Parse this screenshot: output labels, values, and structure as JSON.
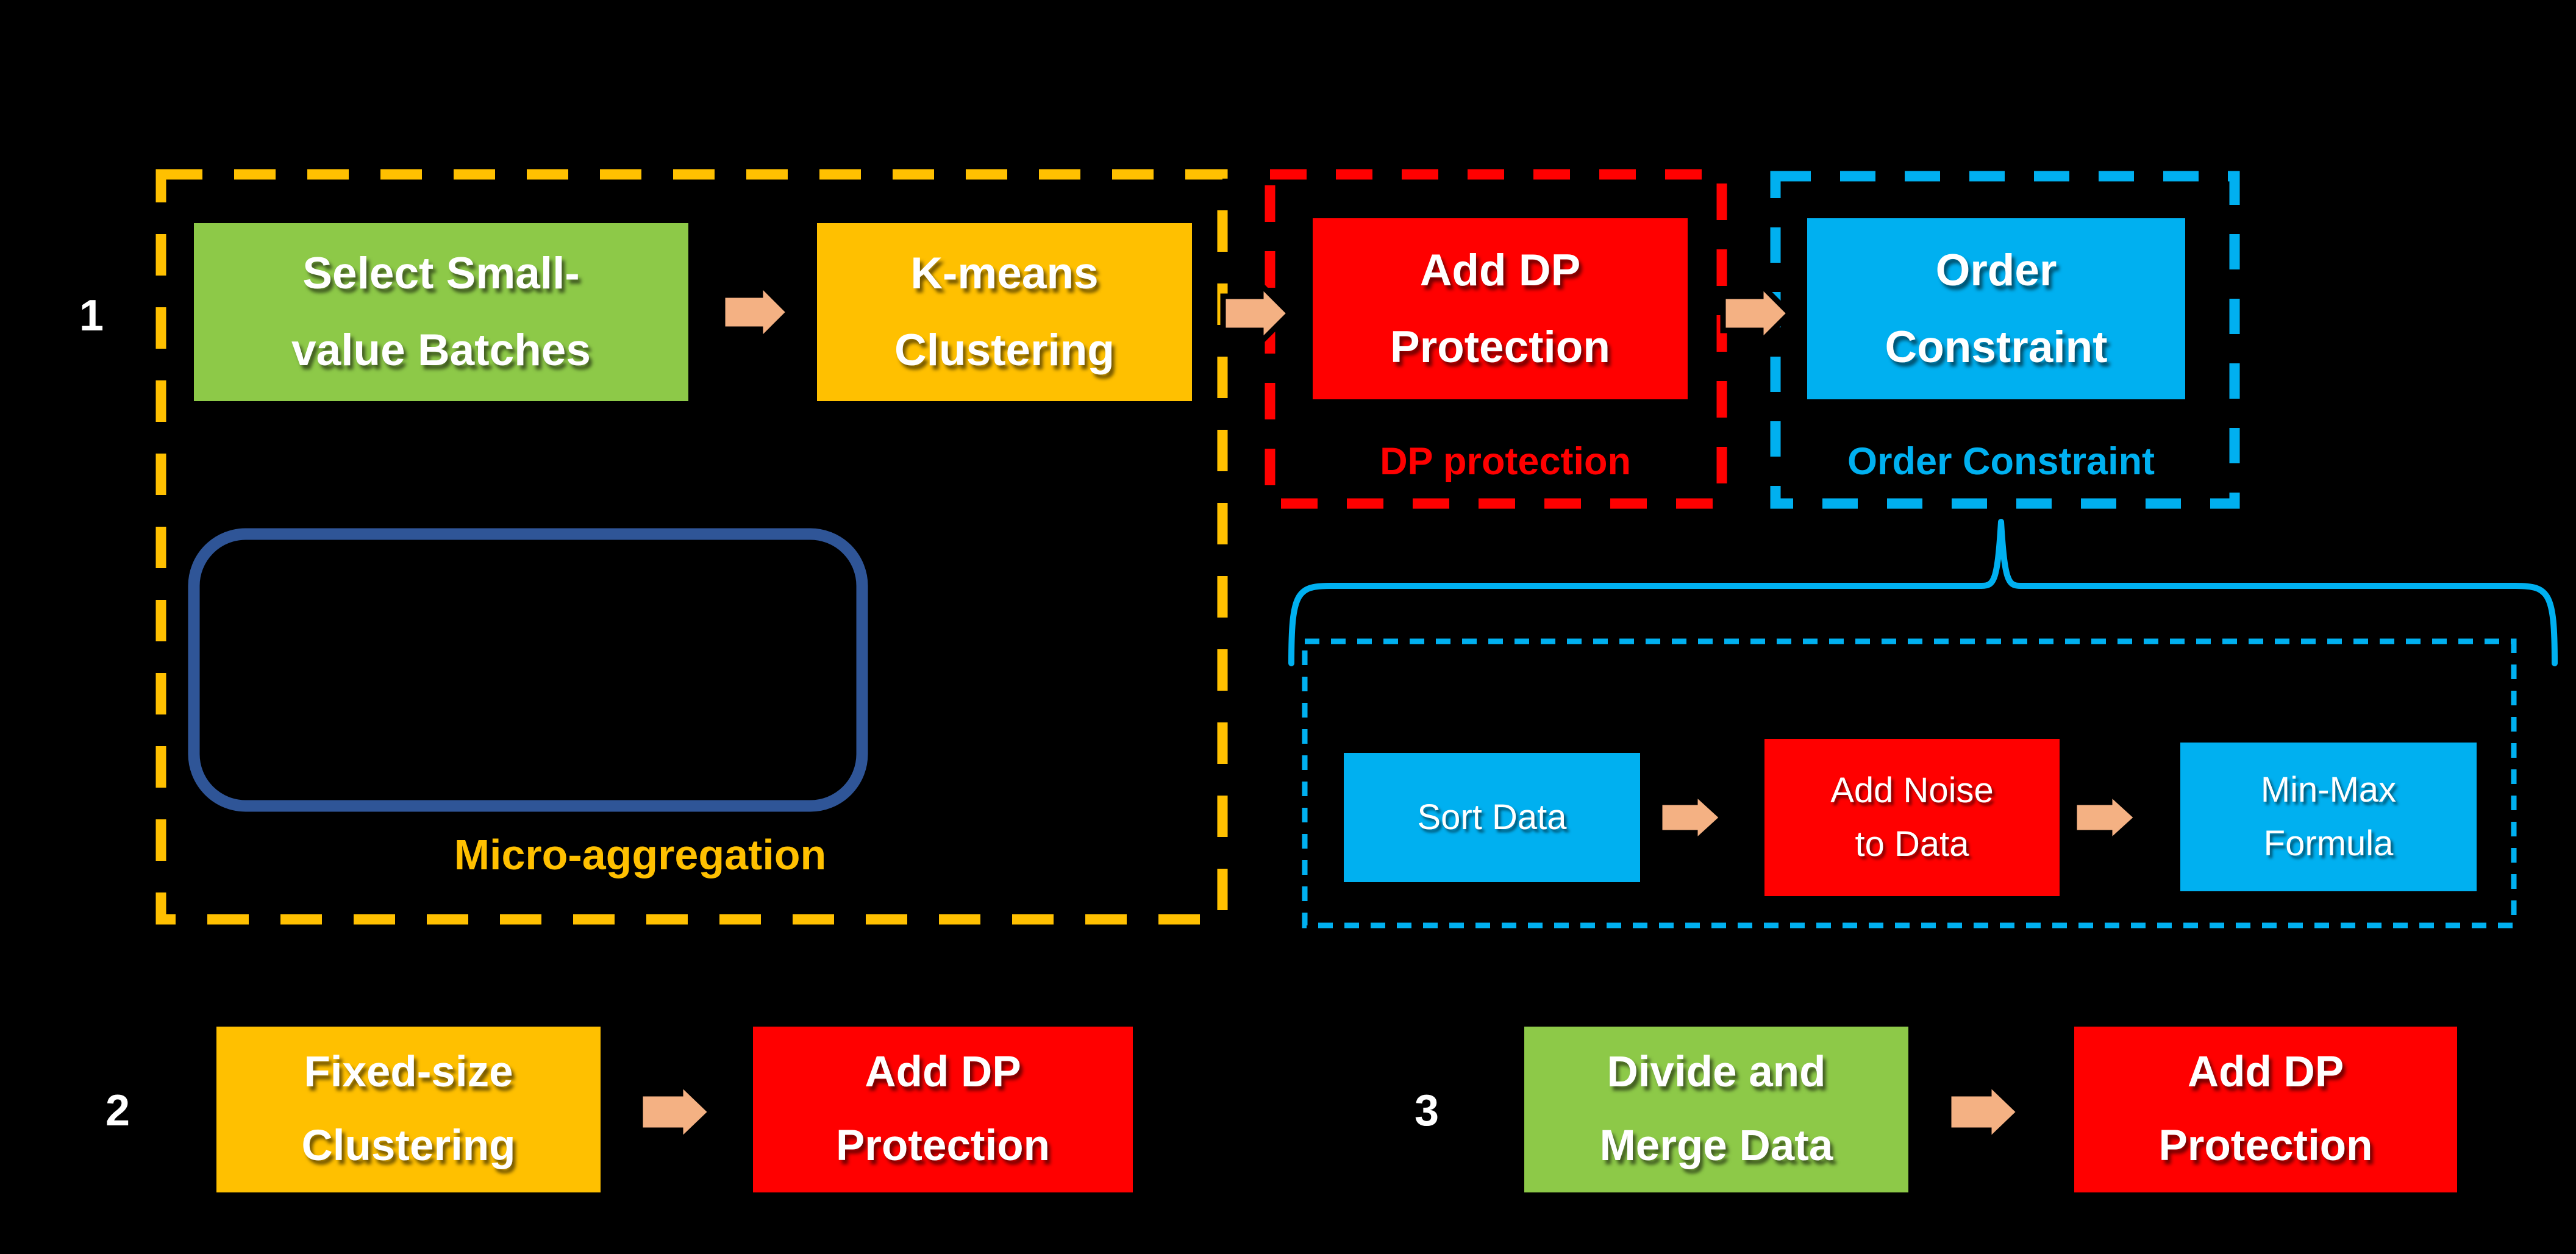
{
  "diagram": {
    "method1": {
      "index_label": "1",
      "micro_aggregation": {
        "caption": "Micro-aggregation",
        "select_box": {
          "line1": "Select Small-",
          "line2": "value Batches"
        },
        "kmeans_box": {
          "line1": "K-means",
          "line2": "Clustering"
        }
      },
      "dp_protection": {
        "caption": "DP protection",
        "add_dp_box": {
          "line1": "Add DP",
          "line2": "Protection"
        }
      },
      "order_constraint": {
        "caption": "Order Constraint",
        "order_box": {
          "line1": "Order",
          "line2": "Constraint"
        }
      },
      "order_detail": {
        "sort_box": {
          "line1": "Sort Data"
        },
        "noise_box": {
          "line1": "Add Noise",
          "line2": "to Data"
        },
        "minmax_box": {
          "line1": "Min-Max",
          "line2": "Formula"
        }
      }
    },
    "method2": {
      "index_label": "2",
      "cluster_box": {
        "line1": "Fixed-size",
        "line2": "Clustering"
      },
      "add_dp_box": {
        "line1": "Add DP",
        "line2": "Protection"
      }
    },
    "method3": {
      "index_label": "3",
      "divide_box": {
        "line1": "Divide and",
        "line2": "Merge Data"
      },
      "add_dp_box": {
        "line1": "Add DP",
        "line2": "Protection"
      }
    },
    "colors": {
      "background": "#000000",
      "green": "#8DC948",
      "gold": "#FFC000",
      "red": "#FF0000",
      "cyan": "#00B0F0",
      "arrow_fill": "#F4B183",
      "rounded_outline": "#2F5597",
      "box_text": "#FFFFFF"
    }
  }
}
